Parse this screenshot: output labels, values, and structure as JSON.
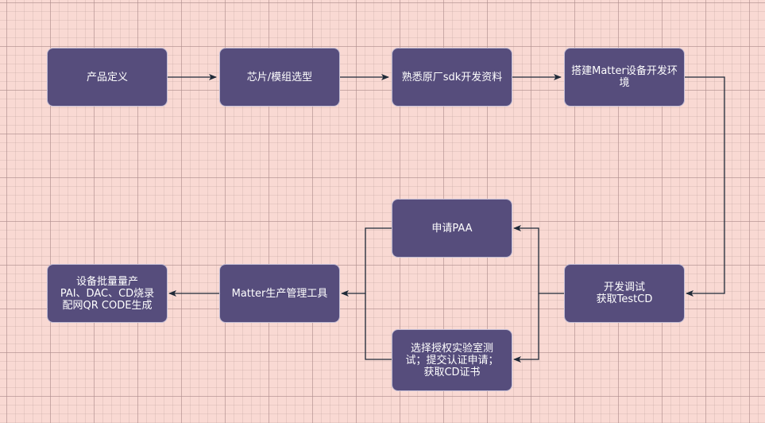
{
  "nodes": {
    "product_definition": "产品定义",
    "chip_selection": "芯片/模组选型",
    "sdk_docs": "熟悉原厂sdk开发资料",
    "matter_env": "搭建Matter设备开发环\n境",
    "dev_debug": "开发调试\n获取TestCD",
    "apply_paa": "申请PAA",
    "lab_testing": "选择授权实验室测\n试；提交认证申请；\n获取CD证书",
    "production_tool": "Matter生产管理工具",
    "mass_production": "设备批量量产\nPAI、DAC、CD烧录\n配网QR CODE生成"
  },
  "colors": {
    "node_fill": "#564d7c",
    "node_border": "#c2bdd4",
    "connector": "#1f2a38",
    "background": "#f9d9d3"
  }
}
